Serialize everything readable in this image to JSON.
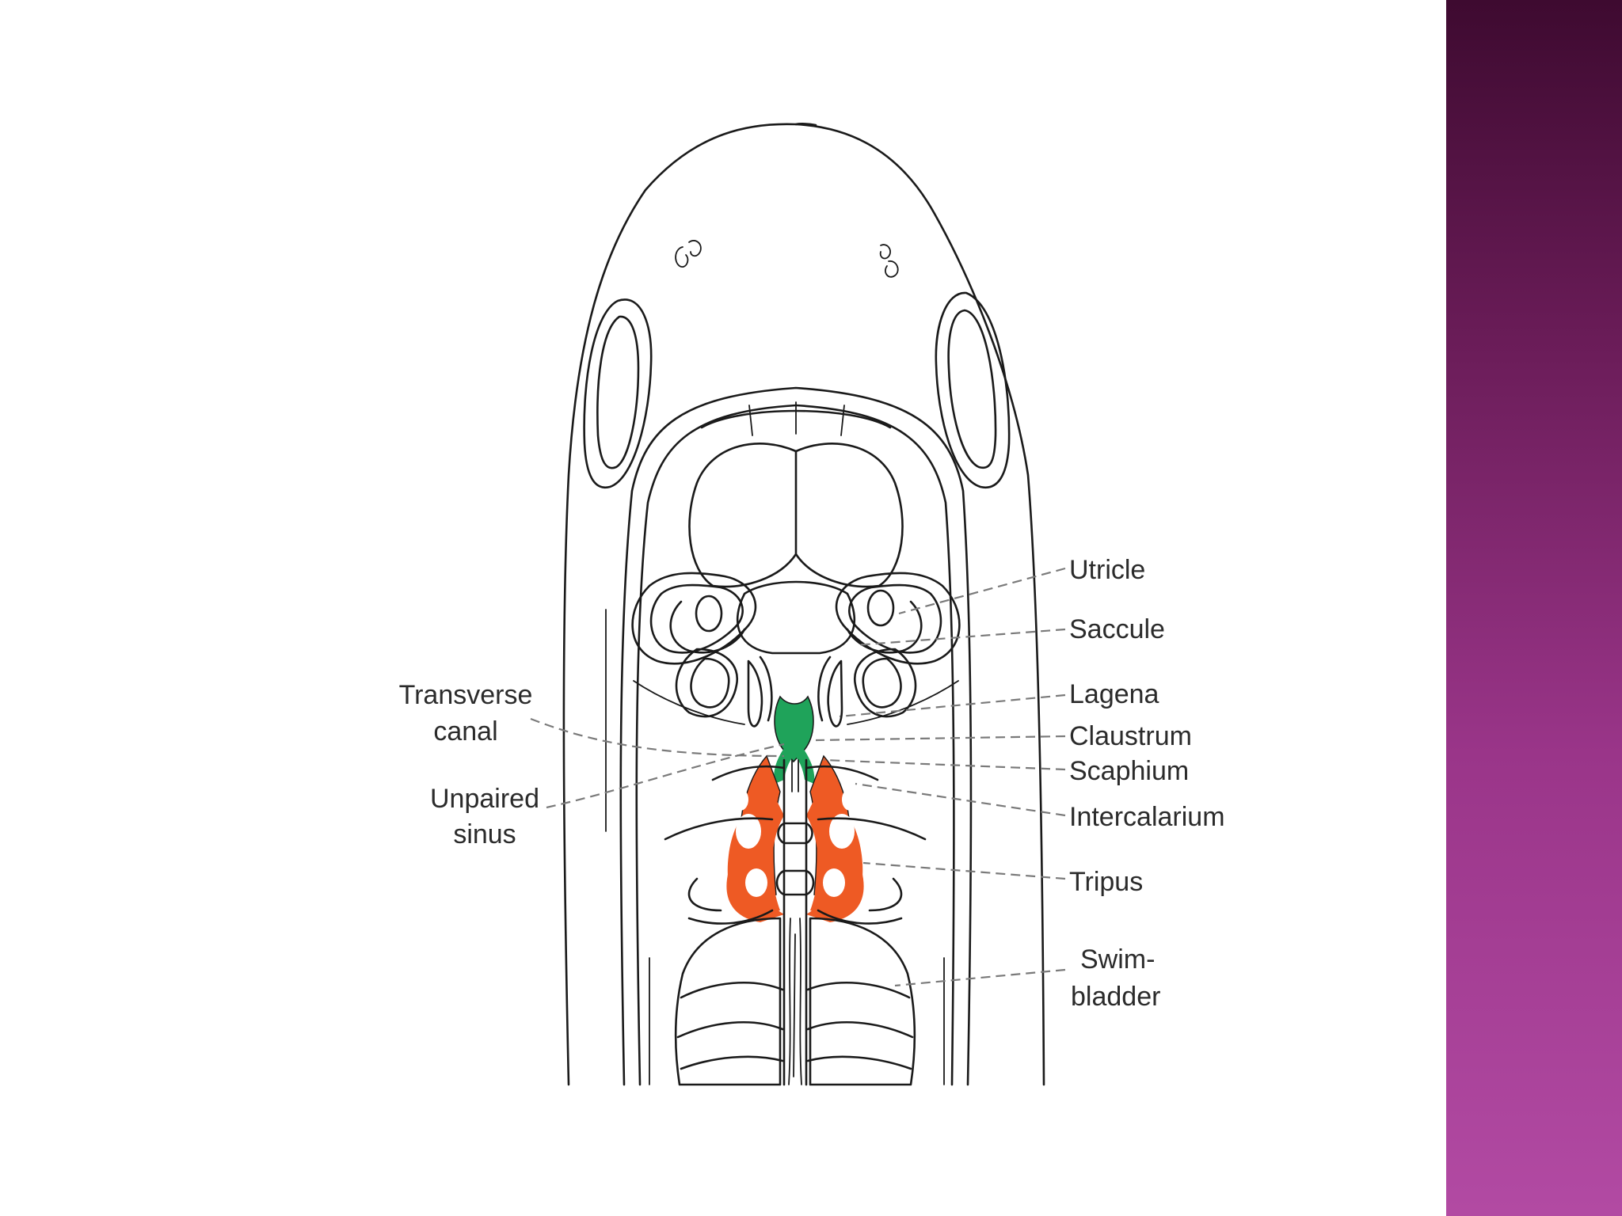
{
  "labels": {
    "utricle": "Utricle",
    "saccule": "Saccule",
    "lagena": "Lagena",
    "claustrum": "Claustrum",
    "scaphium": "Scaphium",
    "intercalarium": "Intercalarium",
    "tripus": "Tripus",
    "swimbladder_1": "Swim-",
    "swimbladder_2": "bladder",
    "transverse_canal_1": "Transverse",
    "transverse_canal_2": "canal",
    "unpaired_sinus_1": "Unpaired",
    "unpaired_sinus_2": "sinus"
  },
  "colors": {
    "sidebar_top": "#3e0a30",
    "sidebar_bottom": "#b24aa3",
    "ossicle_orange": "#ee5a24",
    "sinus_green": "#1fa35a",
    "line": "#1a1a1a",
    "leader": "#7a7a7a"
  }
}
